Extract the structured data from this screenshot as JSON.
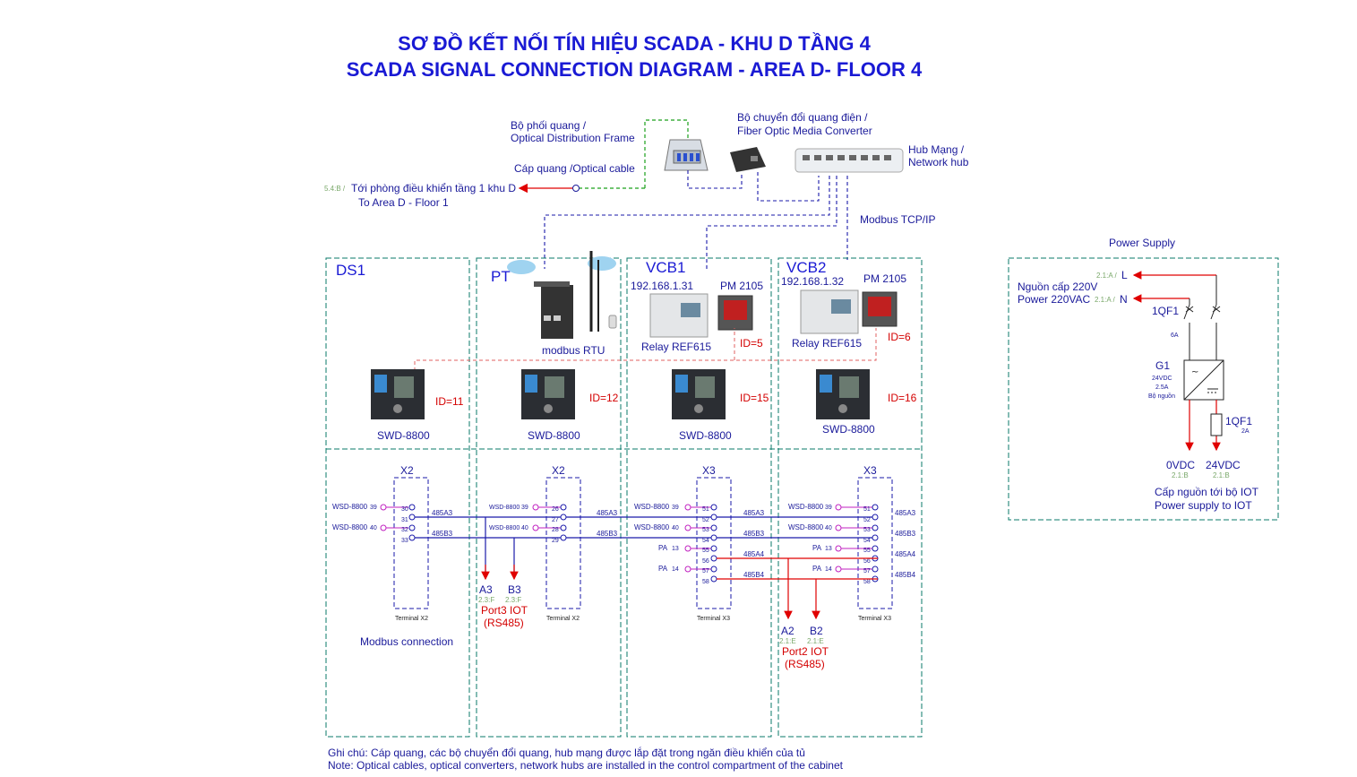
{
  "title": {
    "line1": "SƠ ĐỒ KẾT NỐI TÍN HIỆU SCADA - KHU D TẦNG 4",
    "line2": "SCADA SIGNAL CONNECTION DIAGRAM - AREA D- FLOOR 4"
  },
  "top": {
    "odf_vi": "Bộ phối quang /",
    "odf_en": "Optical Distribution Frame",
    "cable": "Cáp quang /Optical cable",
    "converter_vi": "Bộ chuyển đổi quang điện /",
    "converter_en": "Fiber Optic Media Converter",
    "hub_vi": "Hub Mạng /",
    "hub_en": "Network hub",
    "to_room_ref": "5.4:B /",
    "to_room_vi": "Tới phòng điều khiển tầng 1 khu D",
    "to_room_en": "To Area D - Floor 1",
    "modbus_tcp": "Modbus TCP/IP"
  },
  "panels": [
    {
      "name": "DS1",
      "swd_label": "SWD-8800",
      "id": "ID=11",
      "terminal": "X2",
      "terminal_label": "Terminal X2"
    },
    {
      "name": "PT",
      "swd_label": "SWD-8800",
      "id": "ID=12",
      "terminal": "X2",
      "terminal_label": "Terminal X2",
      "rtu": "modbus RTU"
    },
    {
      "name": "VCB1",
      "ip": "192.168.1.31",
      "pm": "PM 2105",
      "pm_id": "ID=5",
      "relay": "Relay REF615",
      "swd_label": "SWD-8800",
      "id": "ID=15",
      "terminal": "X3",
      "terminal_label": "Terminal X3"
    },
    {
      "name": "VCB2",
      "ip": "192.168.1.32",
      "pm": "PM 2105",
      "pm_id": "ID=6",
      "relay": "Relay REF615",
      "swd_label": "SWD-8800",
      "id": "ID=16",
      "terminal": "X3",
      "terminal_label": "Terminal X3"
    }
  ],
  "terminals": {
    "wsd": "WSD-8800",
    "pa": "PA",
    "a3": "485A3",
    "b3": "485B3",
    "a4": "485A4",
    "b4": "485B4",
    "n_39": "39",
    "n_40": "40",
    "n_13": "13",
    "n_14": "14",
    "p1": [
      "30",
      "31",
      "32",
      "33"
    ],
    "p2": [
      "26",
      "27",
      "28",
      "29"
    ],
    "p3": [
      "51",
      "52",
      "53",
      "54",
      "55",
      "56",
      "57",
      "58"
    ]
  },
  "ports": {
    "a3": "A3",
    "b3": "B3",
    "ref_f": "2.3:F",
    "port3": "Port3 IOT",
    "rs485": "(RS485)",
    "a2": "A2",
    "b2": "B2",
    "ref_e": "2.1:E",
    "port2": "Port2 IOT"
  },
  "modbus_connection": "Modbus connection",
  "power": {
    "title": "Power Supply",
    "ref_a": "2.1:A /",
    "L": "L",
    "N": "N",
    "src_vi": "Nguồn cấp 220V",
    "src_en": "Power 220VAC",
    "qf1": "1QF1",
    "qf1_rating": "6A",
    "g1": "G1",
    "g1_v": "24VDC",
    "g1_a": "2.5A",
    "g1_name": "Bộ nguồn",
    "qf2": "1QF1",
    "qf2_rating": "2A",
    "v0": "0VDC",
    "v24": "24VDC",
    "ref_b": "2.1:B",
    "iot_vi": "Cấp nguồn tới bộ IOT",
    "iot_en": "Power supply to IOT"
  },
  "note": {
    "vi": "Ghi chú: Cáp quang, các bộ chuyển đổi quang, hub mạng được lắp đặt trong ngăn điều khiển của tủ",
    "en": "Note: Optical cables, optical converters, network hubs are installed in the control compartment of the cabinet"
  }
}
